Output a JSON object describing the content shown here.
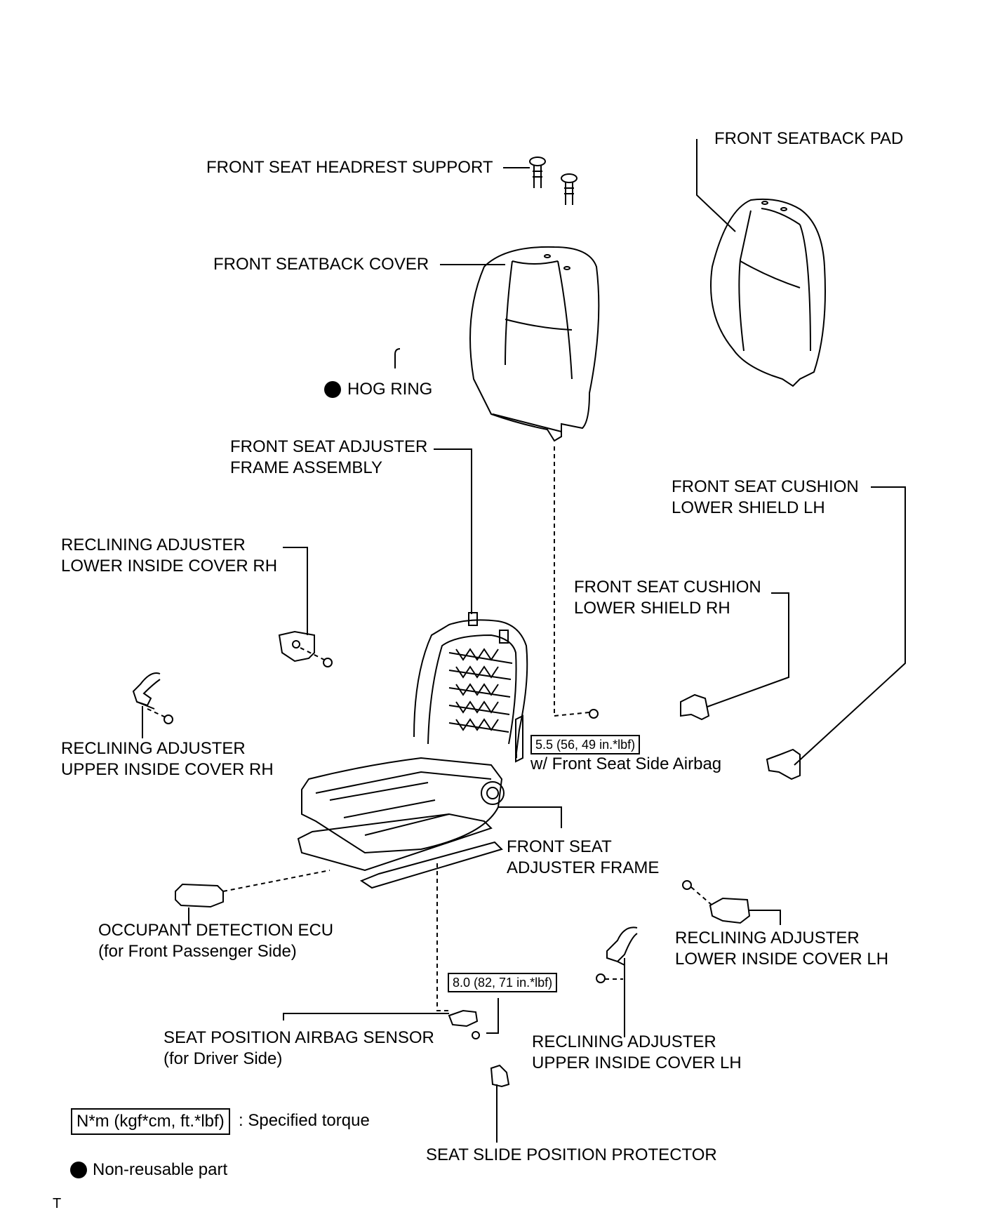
{
  "labels": {
    "headrest_support": "FRONT SEAT HEADREST SUPPORT",
    "seatback_pad": "FRONT SEATBACK PAD",
    "seatback_cover": "FRONT SEATBACK COVER",
    "hog_ring": "HOG RING",
    "adjuster_frame_assembly_1": "FRONT SEAT ADJUSTER",
    "adjuster_frame_assembly_2": "FRAME ASSEMBLY",
    "cushion_shield_lh_1": "FRONT SEAT CUSHION",
    "cushion_shield_lh_2": "LOWER SHIELD LH",
    "recl_lower_rh_1": "RECLINING ADJUSTER",
    "recl_lower_rh_2": "LOWER INSIDE COVER RH",
    "cushion_shield_rh_1": "FRONT SEAT CUSHION",
    "cushion_shield_rh_2": "LOWER SHIELD RH",
    "recl_upper_rh_1": "RECLINING ADJUSTER",
    "recl_upper_rh_2": "UPPER INSIDE COVER RH",
    "side_airbag_note": "w/ Front Seat Side Airbag",
    "adjuster_frame_1": "FRONT SEAT",
    "adjuster_frame_2": "ADJUSTER FRAME",
    "occupant_ecu_1": "OCCUPANT DETECTION ECU",
    "occupant_ecu_2": "(for Front Passenger Side)",
    "recl_lower_lh_1": "RECLINING ADJUSTER",
    "recl_lower_lh_2": "LOWER INSIDE COVER LH",
    "seat_pos_sensor_1": "SEAT POSITION AIRBAG SENSOR",
    "seat_pos_sensor_2": "(for Driver Side)",
    "recl_upper_lh_1": "RECLINING ADJUSTER",
    "recl_upper_lh_2": "UPPER INSIDE COVER LH",
    "slide_protector": "SEAT SLIDE POSITION PROTECTOR",
    "corner_mark": "T"
  },
  "torques": {
    "side_airbag": "5.5 (56, 49 in.*lbf)",
    "sensor": "8.0 (82, 71 in.*lbf)"
  },
  "legend": {
    "torque_box": "N*m (kgf*cm, ft.*lbf)",
    "torque_desc": ": Specified torque",
    "non_reusable": "Non-reusable part"
  }
}
